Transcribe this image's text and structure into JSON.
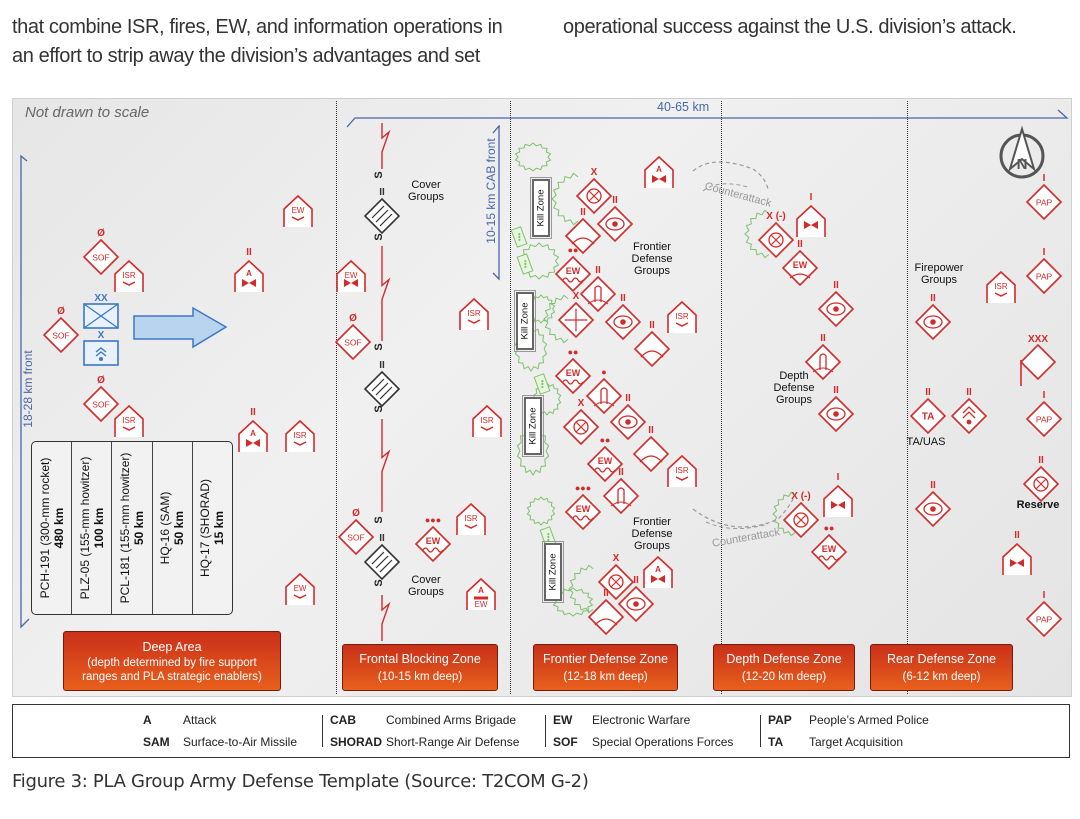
{
  "intro": {
    "left_lines": [
      "that combine ISR, fires, EW, and information operations in",
      "an effort to strip away the division’s advantages and set"
    ],
    "right_lines": [
      "operational success against the U.S. division’s attack."
    ]
  },
  "diagram": {
    "scale_note": "Not drawn to scale",
    "depth_label": "40-65 km",
    "front_label": "18-28 km front",
    "cab_front_label": "10-15 km CAB front",
    "weapons": [
      {
        "name": "PCH-191 (300-mm rocket)",
        "range": "480 km"
      },
      {
        "name": "PLZ-05 (155-mm howitzer)",
        "range": "100 km"
      },
      {
        "name": "PCL-181 (155-mm howitzer)",
        "range": "50 km"
      },
      {
        "name": "HQ-16 (SAM)",
        "range": "50 km"
      },
      {
        "name": "HQ-17 (SHORAD)",
        "range": "15 km"
      }
    ],
    "zones": [
      {
        "title": "Deep Area",
        "sub1": "(depth determined by fire support",
        "sub2": "ranges and PLA strategic enablers)"
      },
      {
        "title": "Frontal Blocking Zone",
        "sub1": "(10-15 km deep)"
      },
      {
        "title": "Frontier Defense Zone",
        "sub1": "(12-18 km deep)"
      },
      {
        "title": "Depth Defense Zone",
        "sub1": "(12-20 km deep)"
      },
      {
        "title": "Rear Defense Zone",
        "sub1": "(6-12  km deep)"
      }
    ],
    "group_labels": {
      "cover1": "Cover\nGroups",
      "cover2": "Cover\nGroups",
      "frontier1": "Frontier\nDefense\nGroups",
      "frontier2": "Frontier\nDefense\nGroups",
      "depth": "Depth\nDefense\nGroups",
      "firepower": "Firepower\nGroups",
      "ta_uas": "TA/UAS",
      "reserve": "Reserve",
      "counterattack1": "Counterattack",
      "counterattack2": "Counterattack"
    },
    "kill_zone_label": "Kill Zone",
    "screen_label": "S",
    "compass_label": "N",
    "symbol_labels": {
      "sof": "SOF",
      "isr": "ISR",
      "ew": "EW",
      "pap": "PAP",
      "ta": "TA",
      "a": "A"
    },
    "echelons": {
      "team": "Ø",
      "company": "I",
      "battalion": "II",
      "brigade": "X",
      "reduced_brigade": "X (-)",
      "division": "XX",
      "army": "XXX",
      "dots2": "●●",
      "dots3": "●●●",
      "dot1": "●"
    },
    "colors": {
      "symbol_red": "#d42a2a",
      "friendly_blue": "#3a78c8",
      "terrain_green": "#7cc26a",
      "banner": "#d9431c"
    }
  },
  "legend": [
    [
      {
        "abbr": "A",
        "text": "Attack"
      },
      {
        "abbr": "SAM",
        "text": "Surface-to-Air Missile"
      }
    ],
    [
      {
        "abbr": "CAB",
        "text": "Combined Arms Brigade"
      },
      {
        "abbr": "SHORAD",
        "text": "Short-Range Air Defense"
      }
    ],
    [
      {
        "abbr": "EW",
        "text": "Electronic Warfare"
      },
      {
        "abbr": "SOF",
        "text": "Special Operations Forces"
      }
    ],
    [
      {
        "abbr": "PAP",
        "text": "People’s Armed Police"
      },
      {
        "abbr": "TA",
        "text": "Target Acquisition"
      }
    ]
  ],
  "caption": "Figure 3: PLA Group Army Defense Template (Source: T2COM G-2)"
}
